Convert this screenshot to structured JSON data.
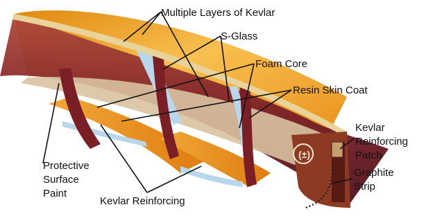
{
  "diagram": {
    "labels": {
      "multiple_layers_kevlar": "Multiple Layers of Kevlar",
      "s_glass": "S-Glass",
      "foam_core": "Foam Core",
      "resin_skin_coat": "Resin Skin Coat",
      "kevlar_reinforcing_patch_1": "Kevlar",
      "kevlar_reinforcing_patch_2": "Reinforcing",
      "kevlar_reinforcing_patch_3": "Patch",
      "graphite_strip_1": "Graphite",
      "graphite_strip_2": "Strip",
      "protective_paint_1": "Protective",
      "protective_paint_2": "Surface",
      "protective_paint_3": "Paint",
      "kevlar_reinforcing": "Kevlar Reinforcing"
    },
    "colors": {
      "hull_outer": "#6e1a22",
      "hull_mid": "#9a3a2a",
      "foam": "#f0a020",
      "foam_light": "#f7c860",
      "glass": "#b9d7ec",
      "leader": "#111111"
    }
  }
}
